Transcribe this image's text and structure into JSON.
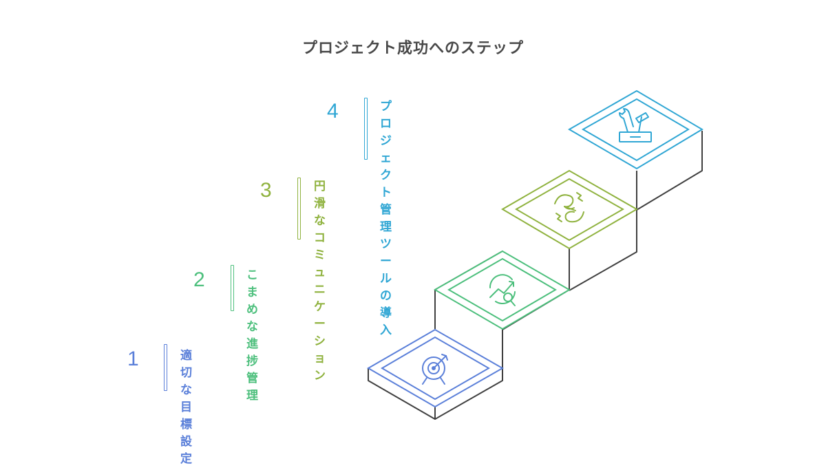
{
  "title": "プロジェクト成功へのステップ",
  "steps": [
    {
      "number": "1",
      "label": "適切な目標設定",
      "color": "#5a7fd9",
      "icon": "target-arrow-icon"
    },
    {
      "number": "2",
      "label": "こまめな進捗管理",
      "color": "#4cbf7c",
      "icon": "growth-magnifier-icon"
    },
    {
      "number": "3",
      "label": "円滑な\nコミュニケーション",
      "color": "#8fb23e",
      "icon": "handshake-icon"
    },
    {
      "number": "4",
      "label": "プロジェクト管理\nツールの導入",
      "color": "#2fa6d4",
      "icon": "toolbox-icon"
    }
  ]
}
